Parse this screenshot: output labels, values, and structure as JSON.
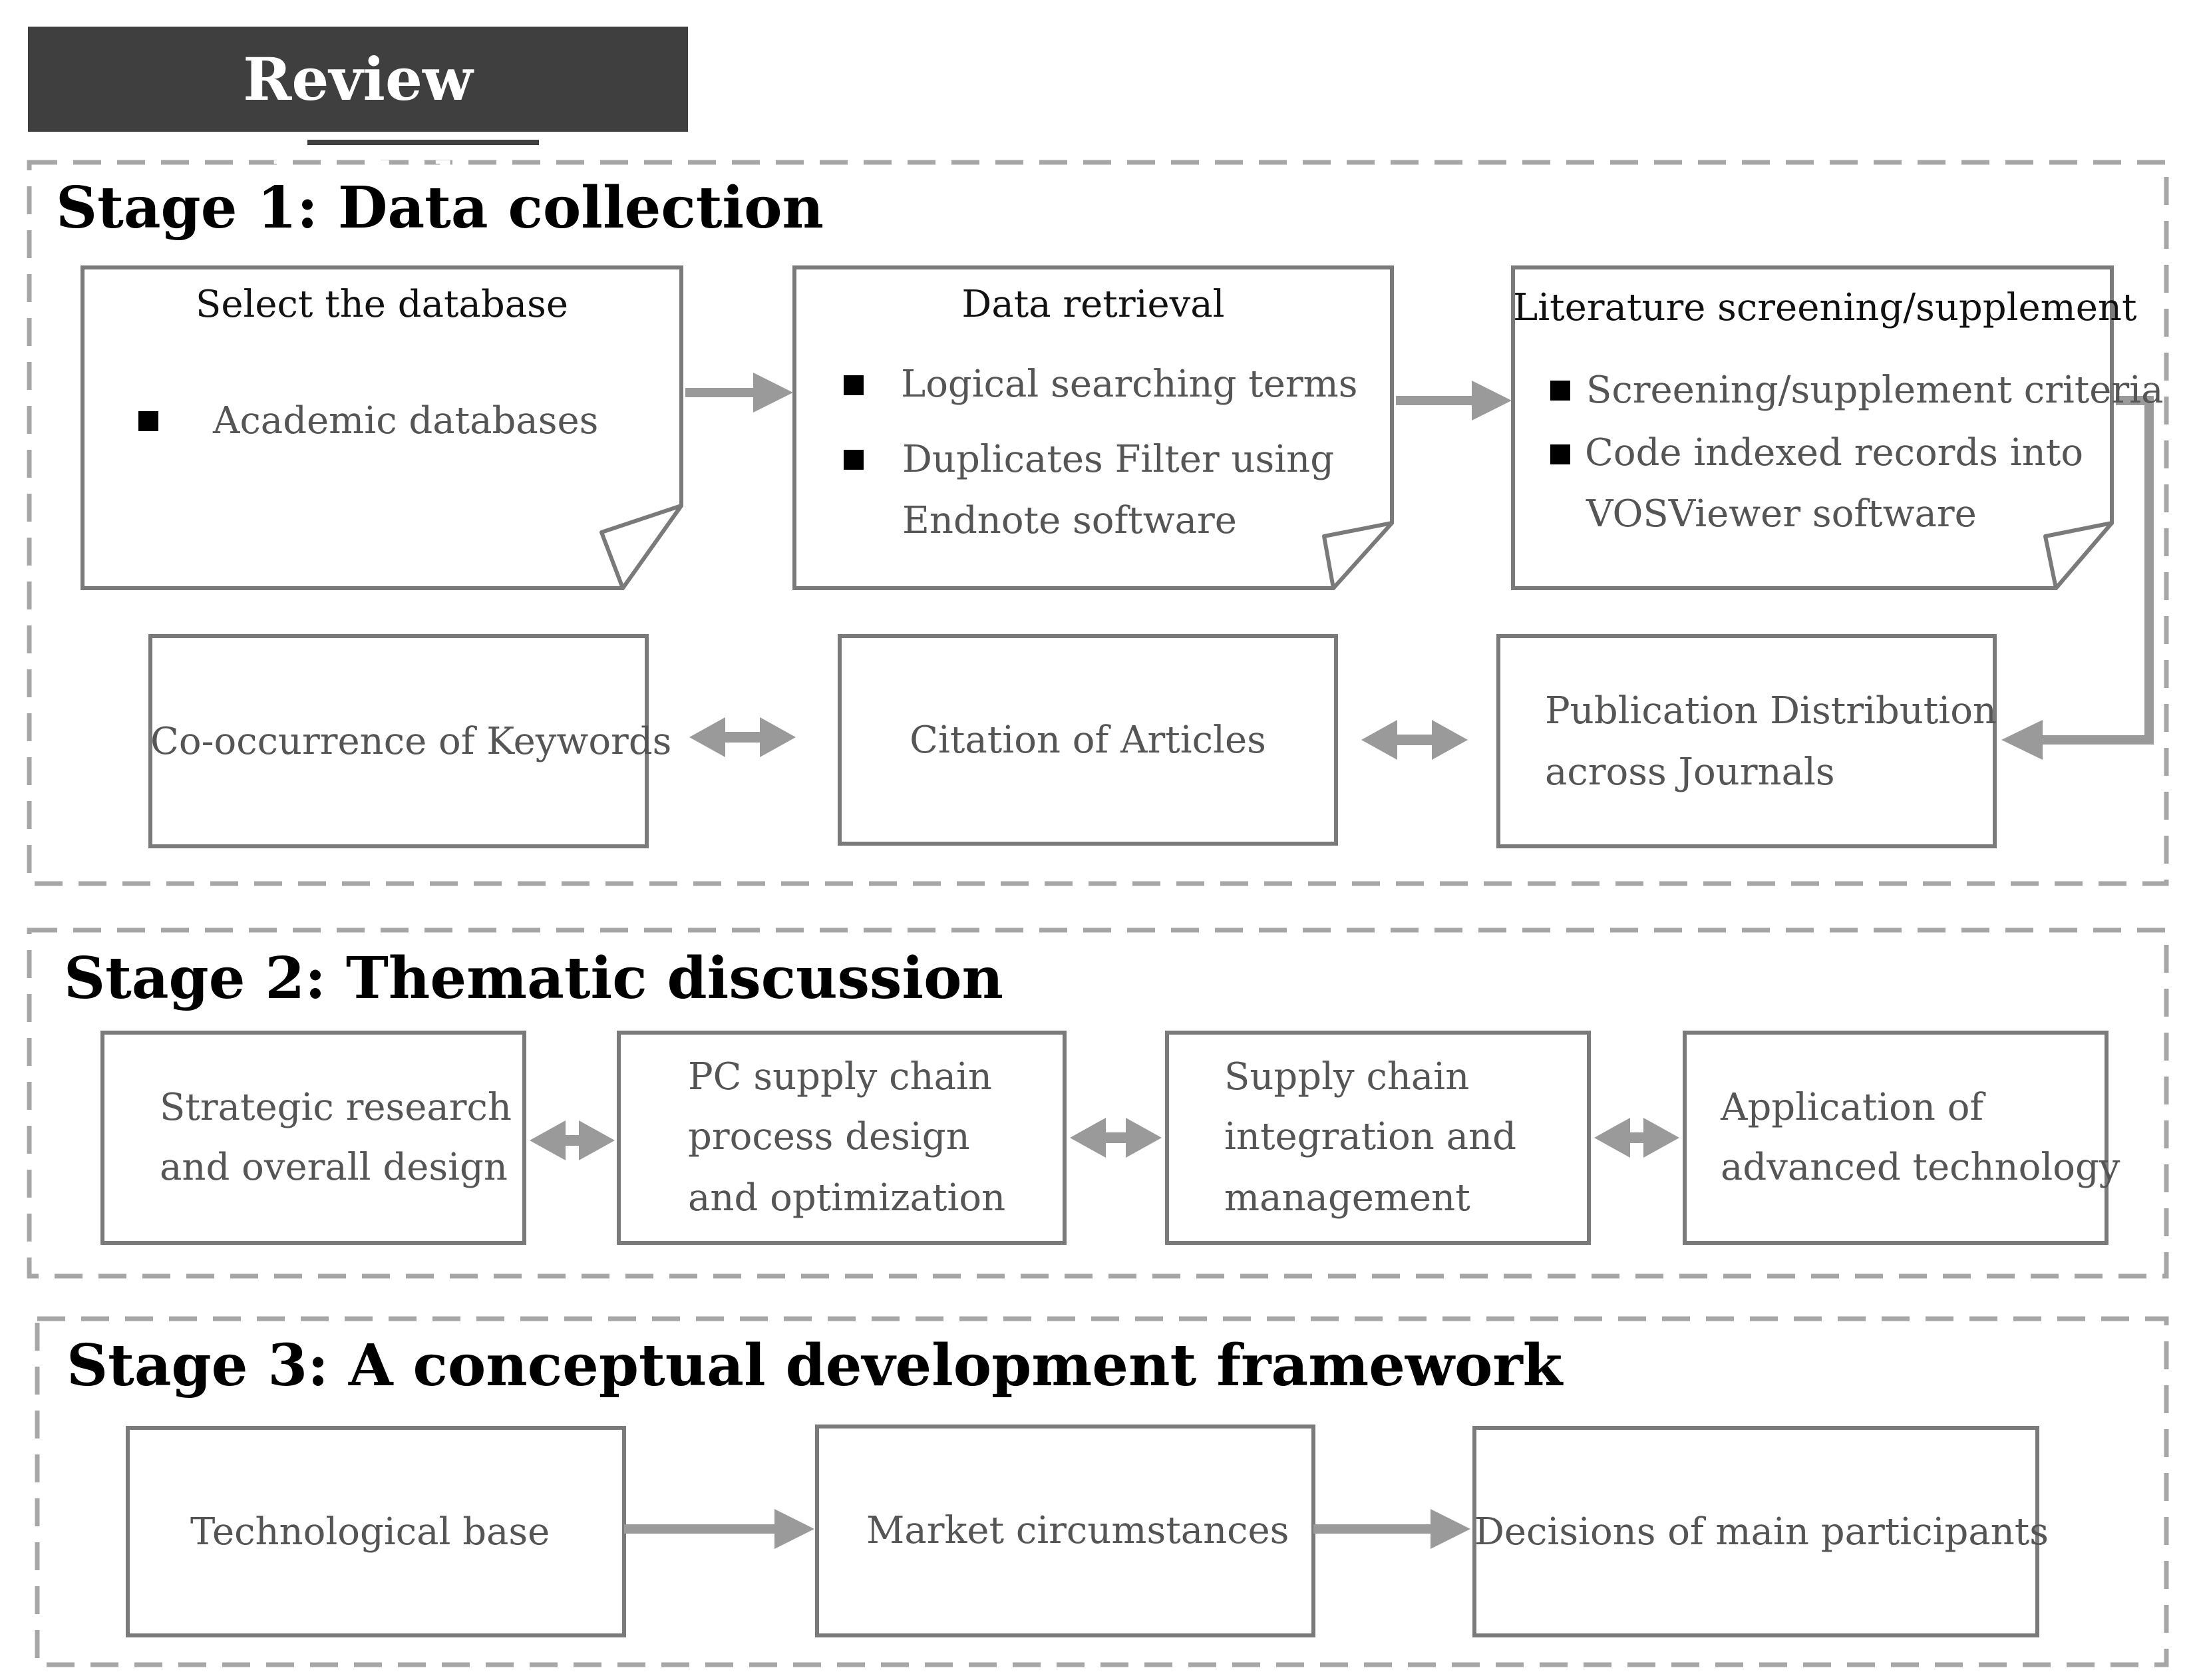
{
  "title": "Review methodology",
  "stage1": {
    "title": "Stage 1:  Data collection",
    "select_db": {
      "heading": "Select the database",
      "items": [
        "Academic databases"
      ]
    },
    "retrieval": {
      "heading": "Data retrieval",
      "items": [
        "Logical searching terms",
        "Duplicates Filter using",
        "Endnote software"
      ]
    },
    "screening": {
      "heading": "Literature screening/supplement",
      "items": [
        "Screening/supplement criteria",
        "Code indexed records into",
        "VOSViewer software"
      ]
    },
    "analyses": {
      "keywords": "Co-occurrence of Keywords",
      "citation": "Citation of  Articles",
      "publication_1": "Publication Distribution",
      "publication_2": "across Journals"
    }
  },
  "stage2": {
    "title": "Stage 2: Thematic discussion",
    "boxes": [
      {
        "lines": [
          "Strategic  research",
          "and overall design"
        ]
      },
      {
        "lines": [
          "PC   supply   chain",
          "process design",
          " and optimization"
        ]
      },
      {
        "lines": [
          "Supply chain",
          " integration and",
          " management"
        ]
      },
      {
        "lines": [
          "Application of",
          " advanced technology"
        ]
      }
    ]
  },
  "stage3": {
    "title": "Stage 3: A conceptual development framework",
    "boxes": [
      "Technological base",
      "Market circumstances",
      "Decisions of main participants"
    ]
  },
  "colors": {
    "title_bg": "#3f3f3f",
    "box_border": "#7a7a7a",
    "arrow": "#9a9a9a",
    "dash": "#a6a6a6"
  }
}
